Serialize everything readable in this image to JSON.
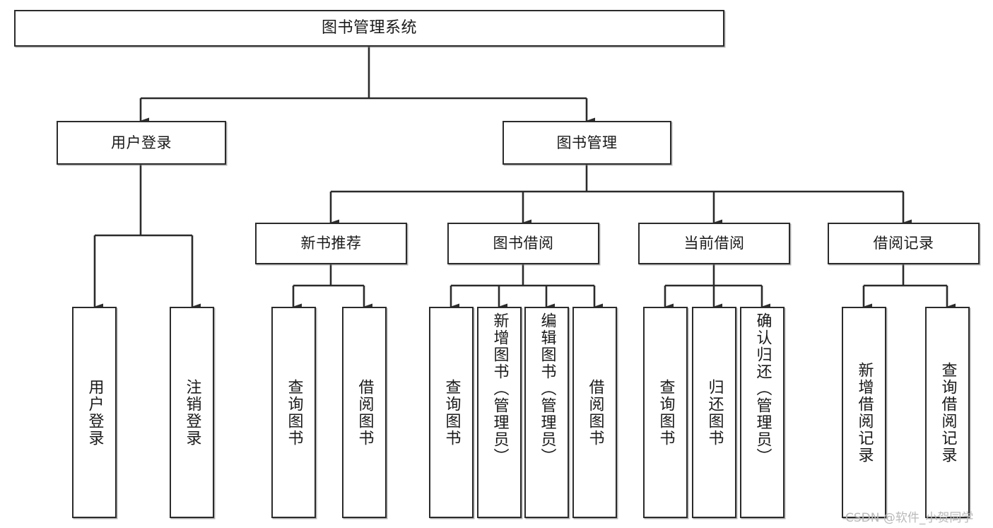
{
  "diagram": {
    "type": "tree-hierarchy",
    "title": "图书管理系统",
    "orientation": "top-down",
    "colors": {
      "box_border": "#2b2b2b",
      "box_fill": "#ffffff",
      "edge": "#2b2b2b",
      "text": "#1a1a1a",
      "watermark": "#b9b9b9",
      "background": "#ffffff"
    },
    "root": {
      "id": "root",
      "label": "图书管理系统"
    },
    "level2": [
      {
        "id": "user-login",
        "label": "用户登录"
      },
      {
        "id": "book-manage",
        "label": "图书管理"
      }
    ],
    "level3": [
      {
        "id": "new-book-rec",
        "label": "新书推荐"
      },
      {
        "id": "book-borrow",
        "label": "图书借阅"
      },
      {
        "id": "current-borrow",
        "label": "当前借阅"
      },
      {
        "id": "borrow-record",
        "label": "借阅记录"
      }
    ],
    "leaves": {
      "user_login": [
        {
          "id": "leaf-user-login",
          "label": "用户登录"
        },
        {
          "id": "leaf-user-logout",
          "label": "注销登录"
        }
      ],
      "new_book_rec": [
        {
          "id": "leaf-query-book-1",
          "label": "查询图书"
        },
        {
          "id": "leaf-borrow-book-1",
          "label": "借阅图书"
        }
      ],
      "book_borrow": [
        {
          "id": "leaf-query-book-2",
          "label": "查询图书"
        },
        {
          "id": "leaf-add-book",
          "label": "新增图书（管理员）"
        },
        {
          "id": "leaf-edit-book",
          "label": "编辑图书（管理员）"
        },
        {
          "id": "leaf-borrow-book-2",
          "label": "借阅图书"
        }
      ],
      "current_borrow": [
        {
          "id": "leaf-query-book-3",
          "label": "查询图书"
        },
        {
          "id": "leaf-return-book",
          "label": "归还图书"
        },
        {
          "id": "leaf-confirm-return",
          "label": "确认归还（管理员）"
        }
      ],
      "borrow_record": [
        {
          "id": "leaf-add-record",
          "label": "新增借阅记录"
        },
        {
          "id": "leaf-query-record",
          "label": "查询借阅记录"
        }
      ]
    }
  },
  "watermark": {
    "text": "CSDN @软件_小贺同学"
  }
}
